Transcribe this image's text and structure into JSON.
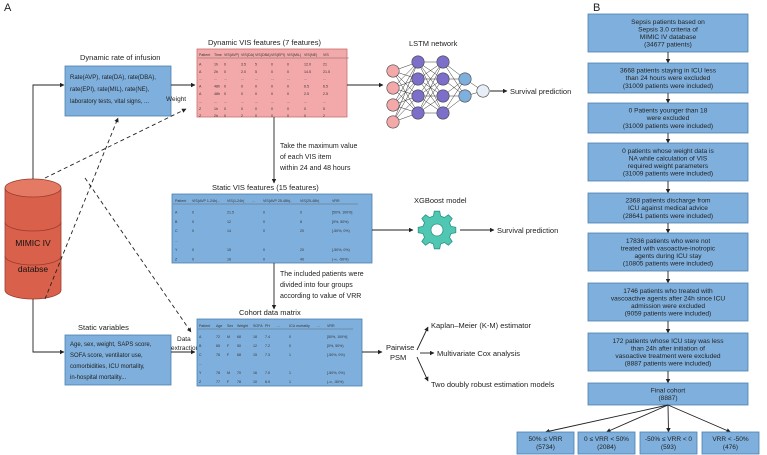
{
  "panel_a_label": "A",
  "panel_b_label": "B",
  "source_db": [
    "MIMIC IV",
    "databse"
  ],
  "dynamic_rate": {
    "title": "Dynamic rate of infusion",
    "lines": [
      "Rate(AVP), rate(DA), rate(DBA),",
      "rate(EPI), rate(MIL), rate(NE),",
      "laboratory tests, vital signs, ..."
    ]
  },
  "weight_label": "Weight",
  "dynamic_vis": {
    "title": "Dynamic VIS features (7 features)",
    "header": [
      "Patient",
      "Time",
      "VIS(AVP)",
      "VIS(DA)",
      "VIS(DBA)",
      "VIS(EPI)",
      "VIS(MIL)",
      "VIS(NE)",
      "VIS"
    ],
    "rows": [
      [
        "A",
        "1h",
        "0",
        "3.5",
        "5",
        "0",
        "0",
        "12.0",
        "21"
      ],
      [
        "A",
        "2h",
        "0",
        "2.0",
        "5",
        "0",
        "0",
        "14.5",
        "21.5"
      ],
      [
        "...",
        "...",
        "...",
        "...",
        "...",
        "...",
        "...",
        "...",
        "..."
      ],
      [
        "A",
        "48h",
        "0",
        "0",
        "0",
        "0",
        "0",
        "6.5",
        "6.5"
      ],
      [
        "A",
        "48h",
        "0",
        "0",
        "0",
        "0",
        "0",
        "2.5",
        "2.5"
      ],
      [
        "...",
        "...",
        "...",
        "...",
        "...",
        "...",
        "...",
        "...",
        "..."
      ],
      [
        "Z",
        "1h",
        "0",
        "0",
        "0",
        "0",
        "0",
        "0",
        "5"
      ],
      [
        "Z",
        "2h",
        "0",
        "2",
        "0",
        "0",
        "0",
        "0",
        "2"
      ]
    ]
  },
  "lstm": {
    "title": "LSTM network",
    "output": "Survival prediction"
  },
  "max_step": [
    "Take the maximum value",
    "of each VIS item",
    "within 24 and 48 hours"
  ],
  "static_vis": {
    "title": "Static VIS features (15 features)",
    "header": [
      "Patient",
      "VIS(AVP 1-24h)",
      "...",
      "VIS(1-24h)",
      "...",
      "VIS(AVP 25-48h)",
      "...",
      "VIS(25-48h)",
      "VRR"
    ],
    "rows": [
      [
        "A",
        "0",
        "",
        "21.5",
        "",
        "0",
        "",
        "0",
        "[50%, 100%]"
      ],
      [
        "B",
        "0",
        "",
        "12",
        "",
        "0",
        "",
        "8",
        "[0%, 50%)"
      ],
      [
        "C",
        "0",
        "",
        "14",
        "",
        "0",
        "",
        "20",
        "[-50%, 0%)"
      ],
      [
        "...",
        "",
        "",
        "",
        "",
        "",
        "",
        "",
        ""
      ],
      [
        "Y",
        "0",
        "",
        "15",
        "",
        "0",
        "",
        "20",
        "[-50%, 0%)"
      ],
      [
        "Z",
        "0",
        "",
        "16",
        "",
        "0",
        "",
        "40",
        "(-∞, -50%)"
      ]
    ]
  },
  "xgboost": {
    "title": "XGBoost model",
    "output": "Survival prediction"
  },
  "divide_step": [
    "The included patients were",
    "divided into four groups",
    "according to value of VRR"
  ],
  "cohort": {
    "title": "Cohort data matrix",
    "header": [
      "Patient",
      "Age",
      "Sex",
      "Weight",
      "SOFA",
      "PH",
      "...",
      "ICU mortality",
      "...",
      "VRR"
    ],
    "rows": [
      [
        "A",
        "72",
        "M",
        "68",
        "18",
        "7.4",
        "",
        "0",
        "",
        "[50%, 100%]"
      ],
      [
        "B",
        "65",
        "F",
        "50",
        "12",
        "7.2",
        "",
        "0",
        "",
        "[0%, 50%)"
      ],
      [
        "C",
        "76",
        "F",
        "68",
        "15",
        "7.3",
        "",
        "1",
        "",
        "[-50%, 0%)"
      ],
      [
        "...",
        "",
        "",
        "",
        "",
        "",
        "",
        "",
        "",
        ""
      ],
      [
        "Y",
        "78",
        "M",
        "70",
        "16",
        "7.0",
        "",
        "1",
        "",
        "[-50%, 0%)"
      ],
      [
        "Z",
        "77",
        "F",
        "78",
        "10",
        "6.9",
        "",
        "1",
        "",
        "(-∞, -50%)"
      ]
    ]
  },
  "data_extraction": [
    "Data",
    "extraction"
  ],
  "static_vars": {
    "title": "Static variables",
    "lines": [
      "Age, sex, weight, SAPS score,",
      "SOFA score, ventilator use,",
      "comorbidities, ICU mortality,",
      "in-hospital mortality..."
    ]
  },
  "psm": [
    "Pairwise",
    "PSM"
  ],
  "analyses": [
    "Kaplan–Meier (K-M) estimator",
    "Multivariate Cox analysis",
    "Two doubly robust estimation models"
  ],
  "flow": [
    [
      "Sepsis patients based on",
      "Sepsis 3.0 criteria of",
      "MIMIC IV database",
      "(34677 patients)"
    ],
    [
      "3668 patients staying in ICU less",
      "than 24 hours were excluded",
      "(31009 patients were included)"
    ],
    [
      "0 Patients younger than 18",
      "were excluded",
      "(31009 patients were included)"
    ],
    [
      "0 patients whose weight data is",
      "NA  while calculation of VIS",
      "required weight parameters",
      "(31009 patients were included)"
    ],
    [
      "2368 patients discharge from",
      "ICU against medical advice",
      "(28641 patients were included)"
    ],
    [
      "17836 patients who were not",
      "treated with vasoactive-inotropic",
      "agents during ICU stay",
      "(10805 patients were included)"
    ],
    [
      "1746 patients who treated with",
      "vascoactive agents after 24h since ICU",
      "admission were excluded",
      "(9059 patients were included)"
    ],
    [
      "172 patients whose ICU stay was less",
      "than 24h after initiation of",
      "vasoactive treatment were excluded",
      "(8887 patients were included)"
    ],
    [
      "Final cohort",
      "(8887)"
    ]
  ],
  "groups": [
    [
      "50% ≤ VRR",
      "(5734)"
    ],
    [
      "0 ≤ VRR < 50%",
      "(2084)"
    ],
    [
      "-50% ≤ VRR < 0",
      "(593)"
    ],
    [
      "VRR < -50%",
      "(476)"
    ]
  ],
  "colors": {
    "blue_box": "#7fb0dd",
    "red_box": "#f3a9a9",
    "db_cylinder": "#d9614b",
    "gear": "#4fc7b3"
  }
}
